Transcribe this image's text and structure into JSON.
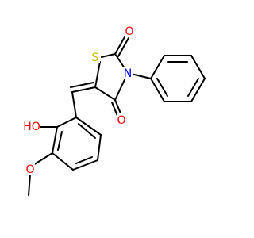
{
  "structure": {
    "atoms": {
      "carbonyl_o_top": {
        "label": "O",
        "color": "#ff0000"
      },
      "ring_s": {
        "label": "S",
        "color": "#ccbb00"
      },
      "ring_n": {
        "label": "N",
        "color": "#0000ff"
      },
      "carbonyl_o_bottom": {
        "label": "O",
        "color": "#ff0000"
      },
      "hydroxyl_oh": {
        "label": "HO",
        "color": "#ff0000"
      },
      "methoxy_o": {
        "label": "O",
        "color": "#ff0000"
      }
    },
    "bond_color": "#000000"
  }
}
